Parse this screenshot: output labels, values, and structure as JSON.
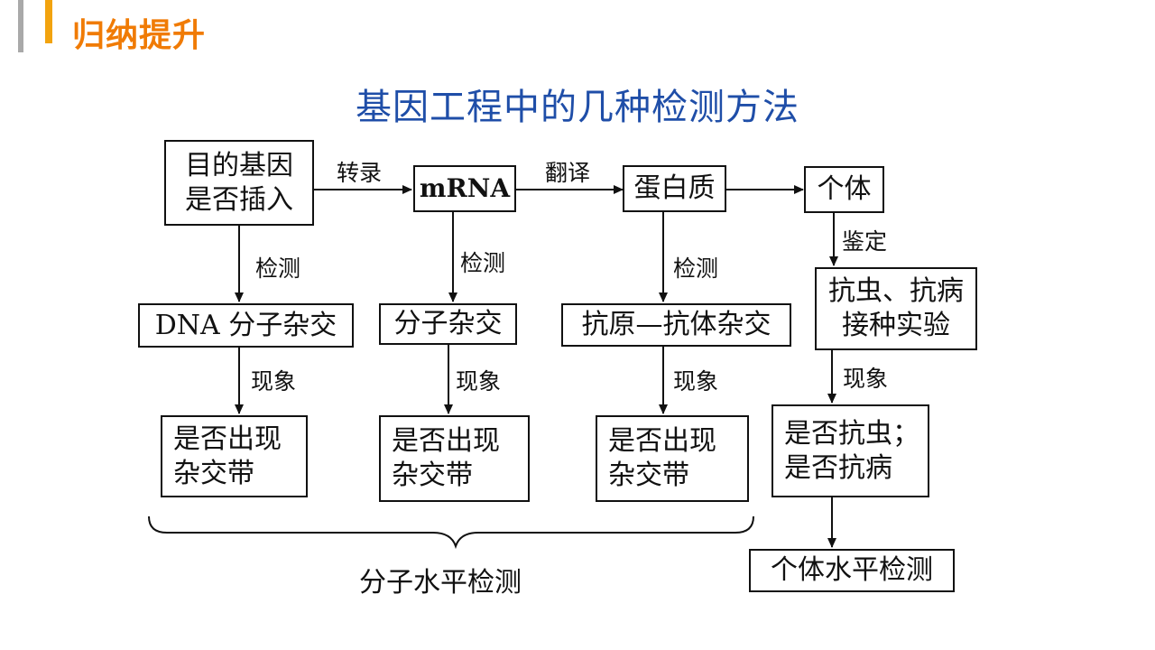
{
  "header": {
    "title": "归纳提升"
  },
  "title": "基因工程中的几种检测方法",
  "flow": {
    "gene_insert": "目的基因\n是否插入",
    "mrna": "mRNA",
    "protein": "蛋白质",
    "individual": "个体",
    "transcription": "转录",
    "translation": "翻译",
    "identification": "鉴定"
  },
  "methods": {
    "dna": "DNA 分子杂交",
    "molecular": "分子杂交",
    "antigen": "抗原—抗体杂交",
    "inoculation": "抗虫、抗病\n接种实验"
  },
  "edge_labels": {
    "detect": "检测",
    "phenomenon": "现象"
  },
  "results": {
    "band1": "是否出现\n杂交带",
    "band2": "是否出现\n杂交带",
    "band3": "是否出现\n杂交带",
    "resistance": "是否抗虫；\n是否抗病"
  },
  "levels": {
    "molecular": "分子水平检测",
    "individual": "个体水平检测"
  }
}
